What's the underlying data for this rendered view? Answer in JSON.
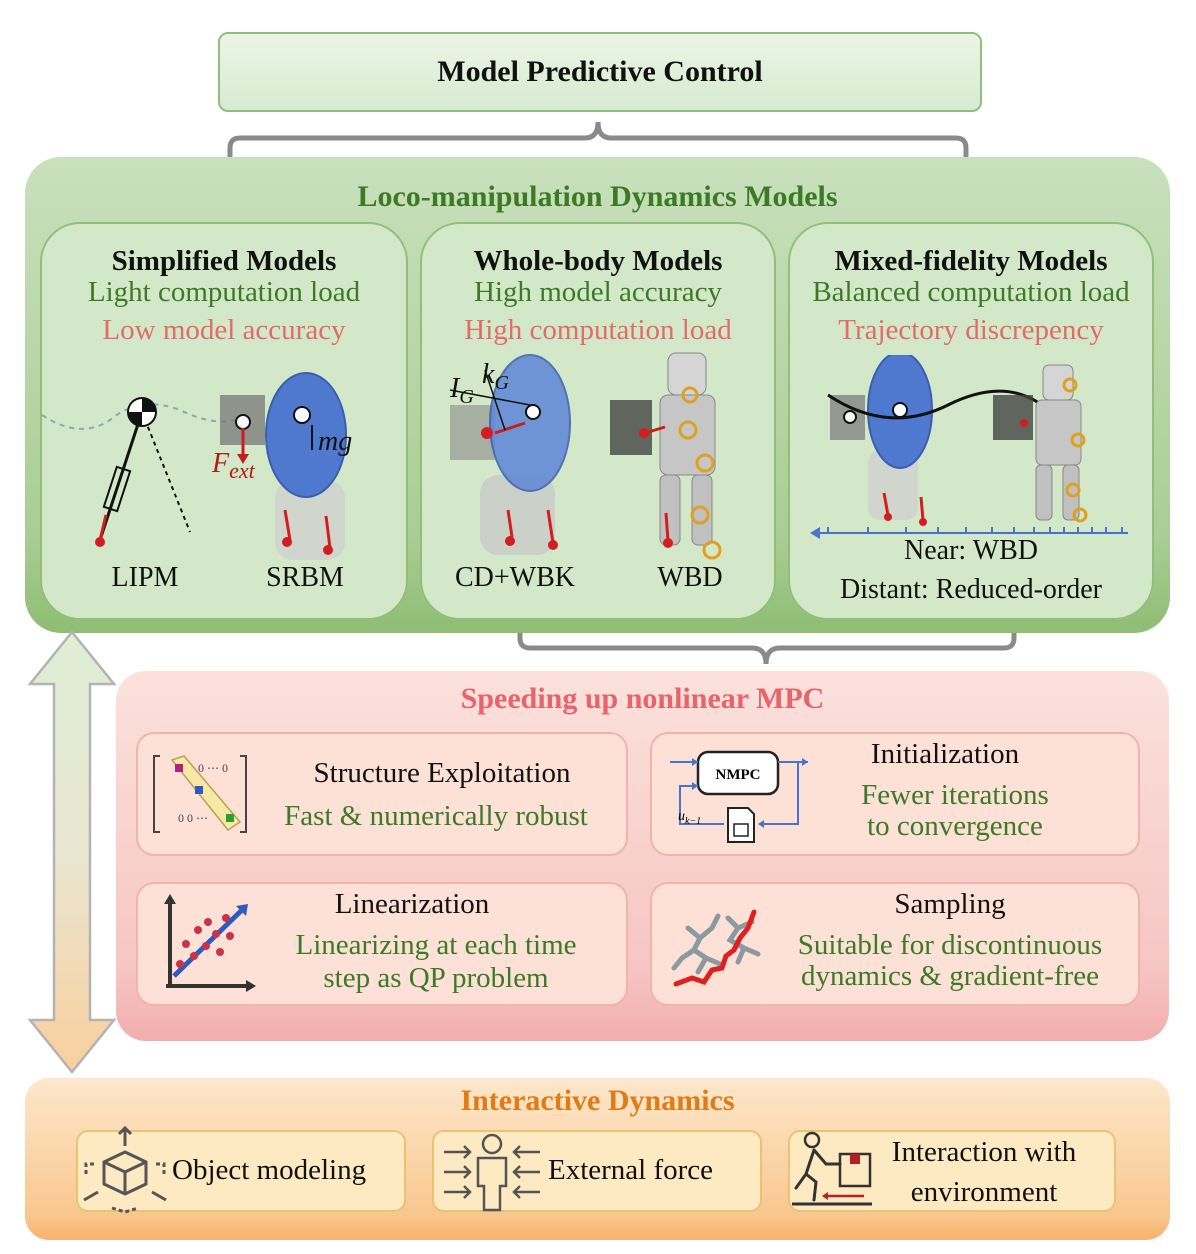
{
  "title": "Model Predictive Control",
  "dynamics": {
    "title": "Loco-manipulation Dynamics Models",
    "cards": [
      {
        "title": "Simplified Models",
        "pro": "Light computation load",
        "con": "Low model accuracy",
        "labels": [
          "LIPM",
          "SRBM"
        ],
        "symbols": [
          "mg"
        ],
        "force_symbol": "F",
        "force_sub": "ext"
      },
      {
        "title": "Whole-body Models",
        "pro": "High model accuracy",
        "con": "High computation load",
        "labels": [
          "CD+WBK",
          "WBD"
        ],
        "sym_i": "I",
        "sym_k": "k",
        "sym_sub": "G"
      },
      {
        "title": "Mixed-fidelity Models",
        "pro": "Balanced computation load",
        "con": "Trajectory discrepency",
        "labels": [
          "Near: WBD",
          "Distant: Reduced-order"
        ]
      }
    ]
  },
  "speedup": {
    "title": "Speeding up nonlinear MPC",
    "items": [
      {
        "head": "Structure Exploitation",
        "desc": [
          "Fast & numerically robust"
        ]
      },
      {
        "head": "Initialization",
        "desc": [
          "Fewer iterations",
          "to convergence"
        ],
        "box_label": "NMPC",
        "u_label": "u",
        "u_sub": "k−1"
      },
      {
        "head": "Linearization",
        "desc": [
          "Linearizing at each time",
          "step as QP problem"
        ]
      },
      {
        "head": "Sampling",
        "desc": [
          "Suitable for discontinuous",
          "dynamics & gradient-free"
        ]
      }
    ]
  },
  "interactive": {
    "title": "Interactive Dynamics",
    "items": [
      {
        "label": "Object modeling"
      },
      {
        "label": "External force"
      },
      {
        "label": "Interaction with",
        "label2": "environment"
      }
    ]
  },
  "colors": {
    "green": "#3c7a25",
    "red": "#e36b6b",
    "orange": "#e07b15",
    "blue": "#4a74c9"
  }
}
